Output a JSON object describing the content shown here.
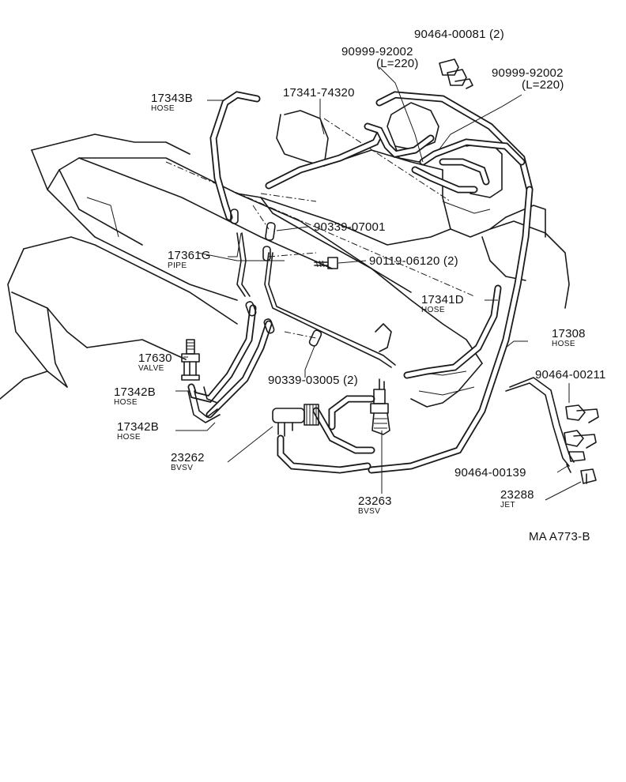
{
  "diagram_ref": "MA  A773-B",
  "parts": [
    {
      "key": "p90464_00081",
      "number": "90464-00081  (2)",
      "name": ""
    },
    {
      "key": "p90999_92002_a",
      "number": "90999-92002",
      "name": "(L=220)"
    },
    {
      "key": "p90999_92002_b",
      "number": "90999-92002",
      "name": "(L=220)"
    },
    {
      "key": "p17343B",
      "number": "17343B",
      "name": "HOSE"
    },
    {
      "key": "p17341_74320",
      "number": "17341-74320",
      "name": ""
    },
    {
      "key": "p90339_07001",
      "number": "90339-07001",
      "name": ""
    },
    {
      "key": "p17361G",
      "number": "17361G",
      "name": "PIPE"
    },
    {
      "key": "p90119_06120",
      "number": "90119-06120  (2)",
      "name": ""
    },
    {
      "key": "p17341D",
      "number": "17341D",
      "name": "HOSE"
    },
    {
      "key": "p17308",
      "number": "17308",
      "name": "HOSE"
    },
    {
      "key": "p17630",
      "number": "17630",
      "name": "VALVE"
    },
    {
      "key": "p90339_03005",
      "number": "90339-03005  (2)",
      "name": ""
    },
    {
      "key": "p90464_00211",
      "number": "90464-00211",
      "name": ""
    },
    {
      "key": "p17342B_a",
      "number": "17342B",
      "name": "HOSE"
    },
    {
      "key": "p17342B_b",
      "number": "17342B",
      "name": "HOSE"
    },
    {
      "key": "p23262",
      "number": "23262",
      "name": "BVSV"
    },
    {
      "key": "p90464_00139",
      "number": "90464-00139",
      "name": ""
    },
    {
      "key": "p23288",
      "number": "23288",
      "name": "JET"
    },
    {
      "key": "p23263",
      "number": "23263",
      "name": "BVSV"
    }
  ]
}
